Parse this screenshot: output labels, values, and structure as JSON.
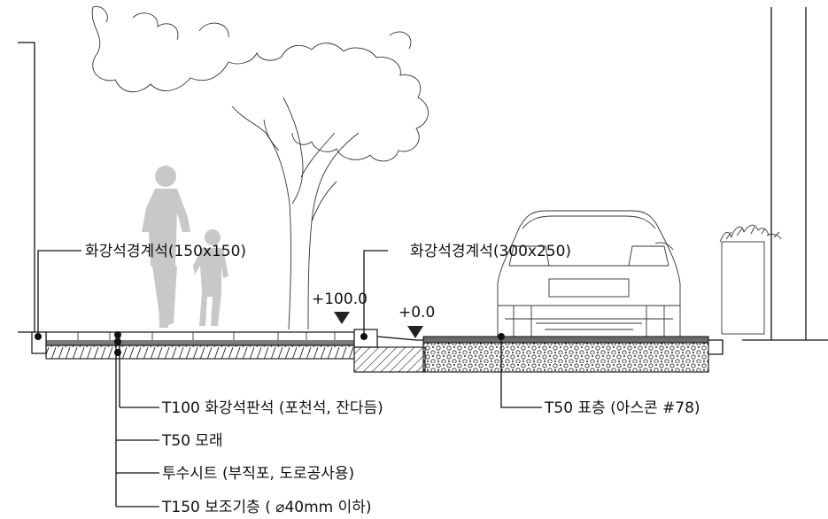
{
  "labels": {
    "curb_small": "화강석경계석(150x150)",
    "curb_large": "화강석경계석(300x250)",
    "paver": "T100 화강석판석 (포천석, 잔다듬)",
    "sand": "T50 모래",
    "sheet": "투수시트 (부직포, 도로공사용)",
    "subbase": "T150 보조기층 ( ⌀40mm 이하)",
    "asphalt": "T50 표층 (아스콘 #78)"
  },
  "elevations": {
    "sidewalk": "+100.0",
    "road": "+0.0"
  },
  "colors": {
    "line": "#111111",
    "figure": "#c8c8c8",
    "paver_band": "#7a7a7a"
  },
  "figures": [
    "tree-sketch",
    "pedestrian-adult",
    "pedestrian-child",
    "car-rear",
    "planter"
  ]
}
